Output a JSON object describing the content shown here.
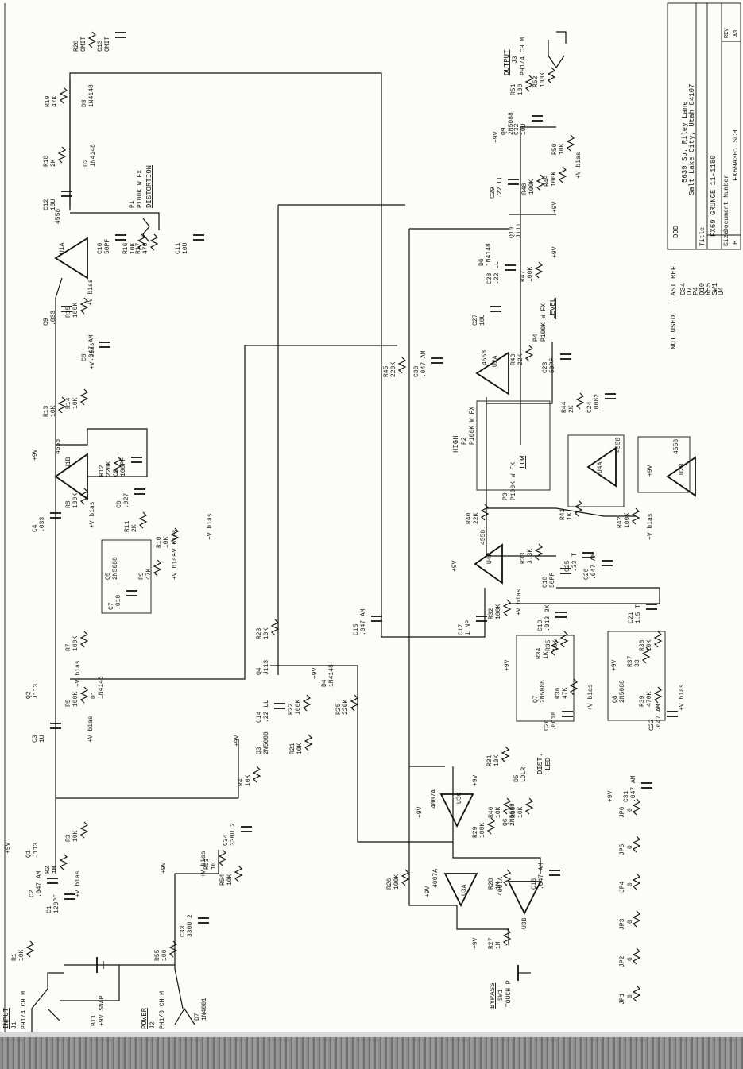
{
  "title_block": {
    "company": "DOD",
    "address1": "5639 So. Riley Lane",
    "address2": "Salt Lake City, Utah  84107",
    "title_label": "Title",
    "title": "FX69 GRUNGE  11-1180",
    "size_label": "Size",
    "size": "B",
    "doc_label": "Document Number",
    "doc": "FX69A301.SCH",
    "rev_label": "REV",
    "rev": "A3"
  },
  "not_used": {
    "header": "NOT USED",
    "last_ref": "LAST REF.",
    "refs": [
      "C34",
      "D7",
      "P4",
      "Q10",
      "R55",
      "SW1",
      "U4"
    ]
  },
  "jacks": {
    "input_title": "INPUT",
    "input": [
      "J1",
      "PH1/4 CH M"
    ],
    "output_title": "OUTPUT",
    "output": [
      "J3",
      "PH1/4 CH M"
    ],
    "power_title": "POWER",
    "power": [
      "J2",
      "PH1/8 CH M"
    ],
    "battery": [
      "BT1",
      "+9V SNAP"
    ]
  },
  "bypass": {
    "title": "BYPASS",
    "name": "SW1",
    "part": "TOUCH P"
  },
  "dist_led": [
    "DIST.",
    "LED"
  ],
  "opamps": [
    "U1A",
    "U1B",
    "U2A",
    "U2B",
    "U4A",
    "U4B"
  ],
  "opamp_part": "4558",
  "cmos": [
    "U3A",
    "U3B",
    "U3C"
  ],
  "cmos_part": "4007A",
  "pots": [
    {
      "ref": "P1",
      "value": "P100K W FX",
      "label": "DISTORTION"
    },
    {
      "ref": "P2",
      "value": "P100K W FX",
      "label": "HIGH"
    },
    {
      "ref": "P3",
      "value": "P100K W FX",
      "label": "LOW"
    },
    {
      "ref": "P4",
      "value": "P100K W FX",
      "label": "LEVEL"
    }
  ],
  "resistors": [
    [
      "R1",
      "10K"
    ],
    [
      "R2",
      "1M"
    ],
    [
      "R3",
      "10K"
    ],
    [
      "R4",
      "10K"
    ],
    [
      "R5",
      "100K"
    ],
    [
      "R7",
      "100K"
    ],
    [
      "R8",
      "100K"
    ],
    [
      "R9",
      "47K"
    ],
    [
      "R10",
      "10K"
    ],
    [
      "R11",
      "2K"
    ],
    [
      "R12",
      "220K"
    ],
    [
      "R13",
      "10K"
    ],
    [
      "R14",
      "10K"
    ],
    [
      "R15",
      "100K"
    ],
    [
      "R16",
      "10K"
    ],
    [
      "R17",
      "470"
    ],
    [
      "R18",
      "2K"
    ],
    [
      "R19",
      "47K"
    ],
    [
      "R20",
      "OMIT"
    ],
    [
      "R21",
      "10K"
    ],
    [
      "R22",
      "100K"
    ],
    [
      "R23",
      "10K"
    ],
    [
      "R25",
      "220K"
    ],
    [
      "R26",
      "100K"
    ],
    [
      "R27",
      "1M"
    ],
    [
      "R28",
      "1M"
    ],
    [
      "R29",
      "100K"
    ],
    [
      "R30",
      "10K"
    ],
    [
      "R31",
      "10K"
    ],
    [
      "R32",
      "100K"
    ],
    [
      "R33",
      "3.3K"
    ],
    [
      "R34",
      "1K"
    ],
    [
      "R35",
      "10K"
    ],
    [
      "R36",
      "47K"
    ],
    [
      "R37",
      "33"
    ],
    [
      "R38",
      "10K"
    ],
    [
      "R39",
      "470K"
    ],
    [
      "R40",
      "22K"
    ],
    [
      "R41",
      "1K"
    ],
    [
      "R42",
      "100K"
    ],
    [
      "R43",
      "22K"
    ],
    [
      "R44",
      "2K"
    ],
    [
      "R45",
      "220K"
    ],
    [
      "R47",
      "100K"
    ],
    [
      "R48",
      "100K"
    ],
    [
      "R49",
      "100K"
    ],
    [
      "R50",
      "10K"
    ],
    [
      "R51",
      "100"
    ],
    [
      "R52",
      "100K"
    ],
    [
      "R53",
      "10"
    ],
    [
      "R54",
      "10K"
    ],
    [
      "R55",
      "100"
    ],
    [
      "R46",
      "10K"
    ]
  ],
  "capacitors": [
    [
      "C1",
      "120PF"
    ],
    [
      "C2",
      ".047 AM"
    ],
    [
      "C3",
      "1U"
    ],
    [
      "C4",
      ".033"
    ],
    [
      "C5",
      "100PF"
    ],
    [
      "C6",
      ".027"
    ],
    [
      "C7",
      ".010"
    ],
    [
      "C8",
      ".047 AM"
    ],
    [
      "C9",
      ".033"
    ],
    [
      "C10",
      "50PF"
    ],
    [
      "C11",
      "10U"
    ],
    [
      "C12",
      "10U"
    ],
    [
      "C13",
      "OMIT"
    ],
    [
      "C14",
      ".22 LL"
    ],
    [
      "C15",
      ".047 AM"
    ],
    [
      "C16",
      ".047 AM"
    ],
    [
      "C17",
      "1 NP"
    ],
    [
      "C18",
      "50PF"
    ],
    [
      "C19",
      ".013 3X"
    ],
    [
      "C20",
      ".0010"
    ],
    [
      "C21",
      "1.5 T"
    ],
    [
      "C22",
      ".047 AM"
    ],
    [
      "C23",
      "50PF"
    ],
    [
      "C24",
      ".0082"
    ],
    [
      "C25",
      ".33 T"
    ],
    [
      "C26",
      ".047 AM"
    ],
    [
      "C27",
      "10U"
    ],
    [
      "C28",
      ".22 LL"
    ],
    [
      "C29",
      ".22 LL"
    ],
    [
      "C30",
      ".047 AM"
    ],
    [
      "C31",
      ".047 AM"
    ],
    [
      "C32",
      "10U"
    ],
    [
      "C33",
      "330U 2"
    ],
    [
      "C34",
      "330U 2"
    ]
  ],
  "transistors": [
    [
      "Q1",
      "J113"
    ],
    [
      "Q2",
      "J113"
    ],
    [
      "Q3",
      "2N5088"
    ],
    [
      "Q4",
      "J113"
    ],
    [
      "Q5",
      "2N5088"
    ],
    [
      "Q6",
      "2N5088"
    ],
    [
      "Q7",
      "2N5088"
    ],
    [
      "Q8",
      "2N5088"
    ],
    [
      "Q9",
      "2N5088"
    ],
    [
      "Q10",
      "J111"
    ]
  ],
  "diodes": [
    [
      "D1",
      "1N4148"
    ],
    [
      "D2",
      "1N4148"
    ],
    [
      "D3",
      "1N4148"
    ],
    [
      "D4",
      "1N4148"
    ],
    [
      "D5",
      "LDLR"
    ],
    [
      "D6",
      "1N4148"
    ],
    [
      "D7",
      "1N4001"
    ]
  ],
  "jumpers": [
    "JP1",
    "JP2",
    "JP3",
    "JP4",
    "JP5",
    "JP6"
  ],
  "jumper_value": "0",
  "rails": {
    "plus9": "+9V",
    "vbias": "+V bias"
  }
}
